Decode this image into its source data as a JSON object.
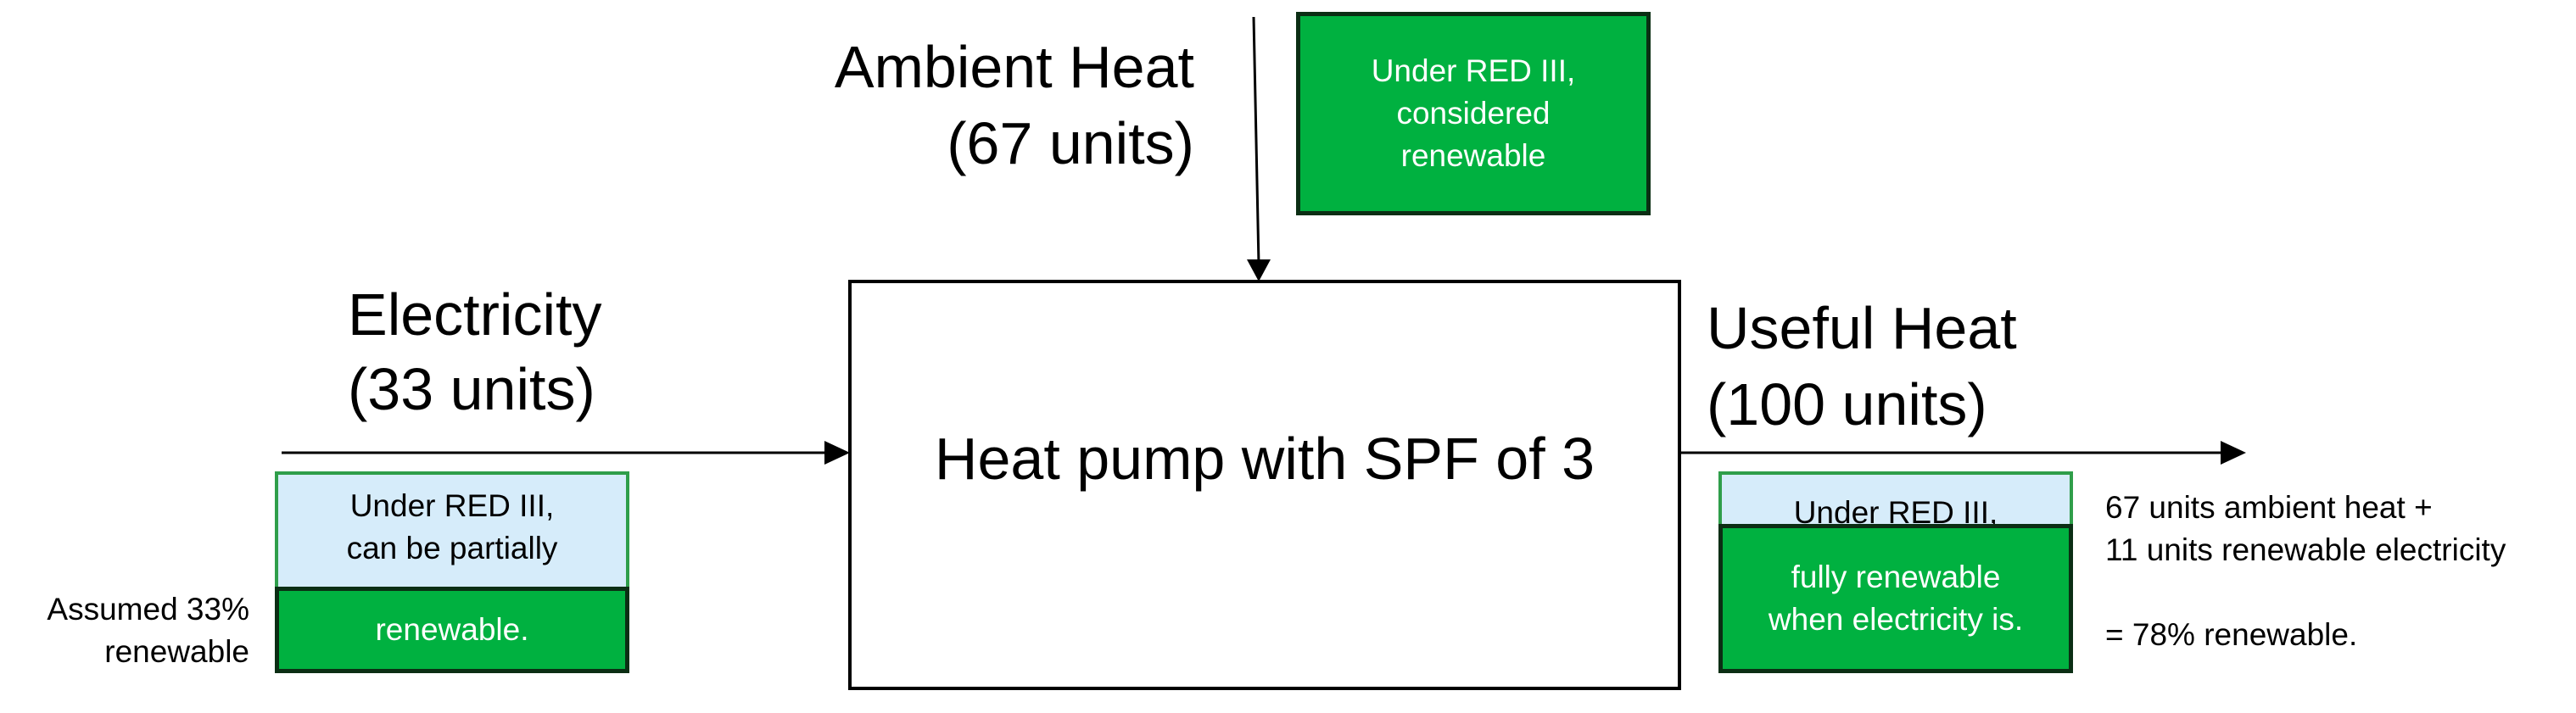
{
  "ambient": {
    "title": "Ambient Heat",
    "units": "(67 units)",
    "note": [
      "Under RED III,",
      "considered",
      "renewable"
    ]
  },
  "electricity": {
    "title": "Electricity",
    "units": "(33 units)",
    "note_top": [
      "Under RED III,",
      "can be partially"
    ],
    "note_bottom": "renewable.",
    "assumption": [
      "Assumed 33%",
      "renewable"
    ]
  },
  "heat_pump": {
    "label": "Heat pump with SPF of 3"
  },
  "useful": {
    "title": "Useful Heat",
    "units": "(100 units)",
    "note_top": "Under RED III,",
    "note_bottom": [
      "fully renewable",
      "when electricity is."
    ],
    "calc": [
      "67 units ambient heat +",
      "11 units renewable electricity",
      "= 78% renewable."
    ]
  },
  "colors": {
    "green": "#00b140",
    "light_blue": "#d6ecfa",
    "border_green": "#2f9e4a",
    "dark_border": "#0b2e14"
  }
}
